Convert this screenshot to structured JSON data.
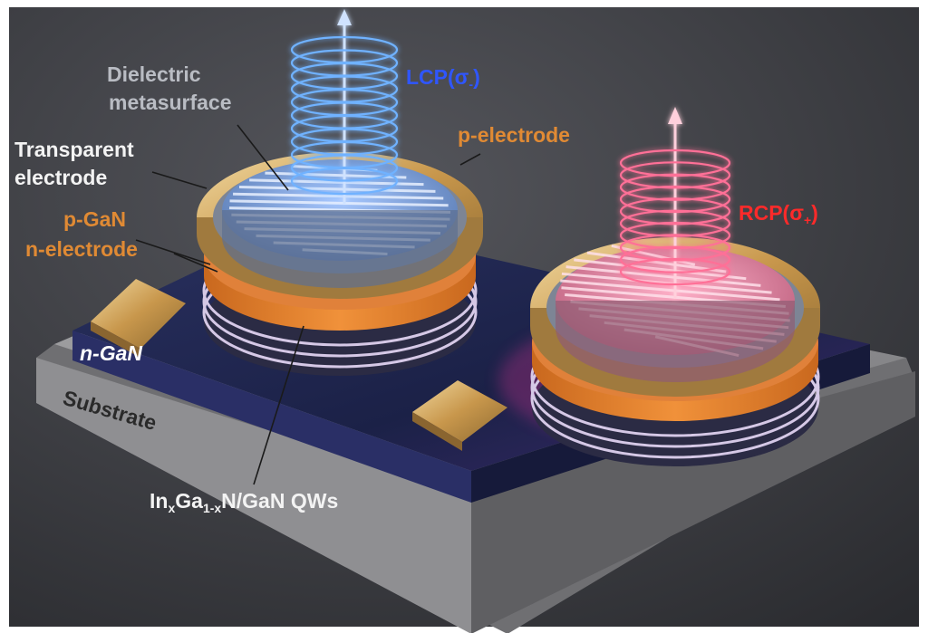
{
  "labels": {
    "dielectric_line1": "Dielectric",
    "dielectric_line2": "metasurface",
    "transparent_line1": "Transparent",
    "transparent_line2": "electrode",
    "pgan": "p-GaN",
    "nelectrode": "n-electrode",
    "pelectrode": "p-electrode",
    "ngan": "n-GaN",
    "substrate": "Substrate",
    "lcp_main": "LCP(σ",
    "lcp_sub": "-",
    "lcp_end": ")",
    "rcp_main": "RCP(σ",
    "rcp_sub": "+",
    "rcp_end": ")",
    "qw_in": "In",
    "qw_x1": "x",
    "qw_ga": "Ga",
    "qw_1x": "1-x",
    "qw_rest": "N/GaN QWs"
  },
  "colors": {
    "background": "#3b3c41",
    "substrate": "#8c8c8c",
    "ngan": "#1c2348",
    "gold": "#d4a95c",
    "lcp_glow": "#5aa0ff",
    "rcp_glow": "#ff4a7a"
  }
}
